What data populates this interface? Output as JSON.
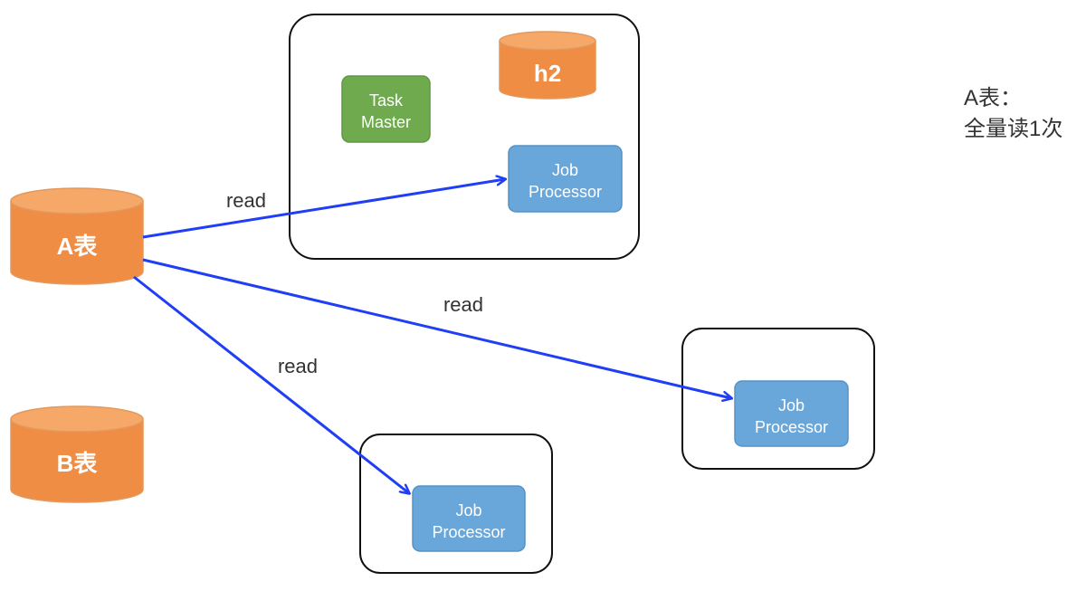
{
  "colors": {
    "cylinder_fill": "#EF8D45",
    "cylinder_top": "#F6A869",
    "cylinder_stroke": "#E3985D",
    "task_master_fill": "#6FAB4E",
    "task_master_stroke": "#5E9840",
    "job_processor_fill": "#69A7DA",
    "job_processor_stroke": "#5592C6",
    "arrow": "#1F3EF5",
    "container_stroke": "#111111"
  },
  "tables": {
    "a": {
      "label": "A表"
    },
    "b": {
      "label": "B表"
    }
  },
  "h2": {
    "label": "h2"
  },
  "task_master": {
    "line1": "Task",
    "line2": "Master"
  },
  "job_processors": [
    {
      "line1": "Job",
      "line2": "Processor"
    },
    {
      "line1": "Job",
      "line2": "Processor"
    },
    {
      "line1": "Job",
      "line2": "Processor"
    }
  ],
  "edges": [
    {
      "label": "read"
    },
    {
      "label": "read"
    },
    {
      "label": "read"
    }
  ],
  "note": {
    "line1": "A表：",
    "line2": "全量读1次"
  }
}
